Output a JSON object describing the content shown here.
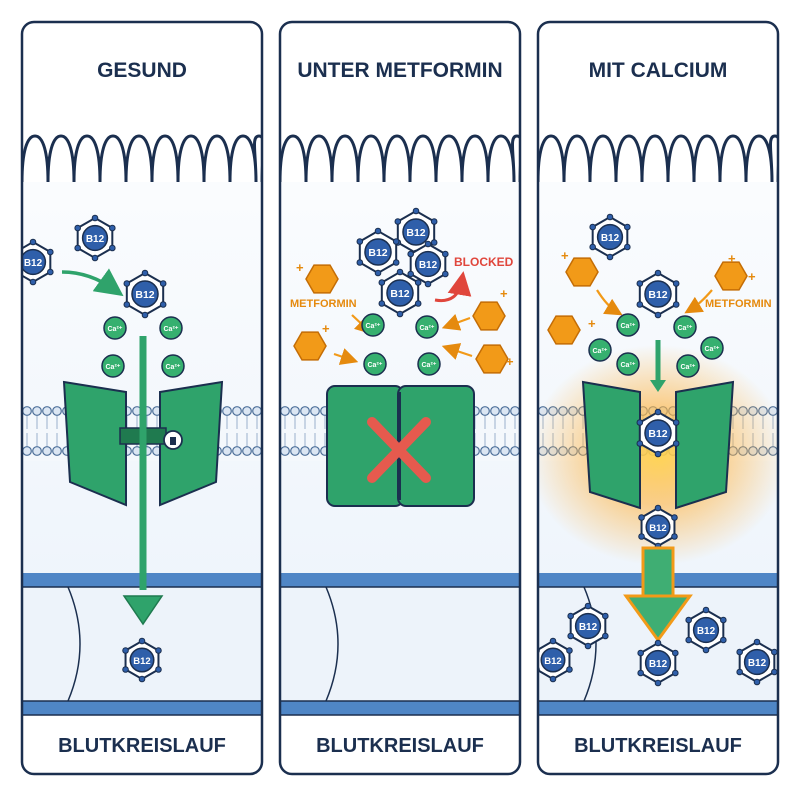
{
  "panels": [
    {
      "title": "GESUND",
      "footer": "BLUTKREISLAUF"
    },
    {
      "title": "UNTER METFORMIN",
      "footer": "BLUTKREISLAUF",
      "blocked": "BLOCKED",
      "metformin": "METFORMIN"
    },
    {
      "title": "MIT CALCIUM",
      "footer": "BLUTKREISLAUF",
      "metformin": "METFORMIN"
    }
  ],
  "labels": {
    "b12": "B12",
    "ca": "Ca²⁺",
    "plus": "+"
  },
  "colors": {
    "outline": "#1b2f4f",
    "teal": "#2fa36b",
    "teal_dark": "#1f7a4f",
    "b12": "#2f5faa",
    "orange": "#f29a18",
    "red": "#e0463c",
    "blood": "#4f86c6"
  },
  "icons": [
    "b12-molecule-icon",
    "calcium-ion-icon",
    "metformin-hexagon-icon",
    "transporter-protein-icon",
    "lock-icon",
    "x-mark-icon"
  ]
}
